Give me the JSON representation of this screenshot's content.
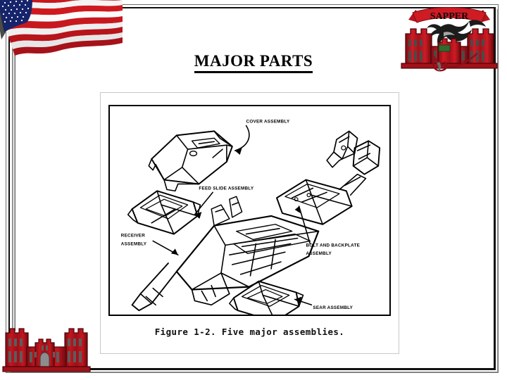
{
  "slide": {
    "title": "MAJOR PARTS",
    "background_color": "#ffffff",
    "frame_color": "#111111"
  },
  "decorations": {
    "flag": {
      "name": "american-flag",
      "colors": {
        "red": "#d8232a",
        "white": "#ffffff",
        "blue": "#16246b"
      }
    },
    "flagpole": {
      "name": "flag-pole",
      "color": "#bdbdbd"
    },
    "castle_emblem": {
      "name": "army-corps-engineers-castle",
      "colors": {
        "red": "#b3141c",
        "dark_red": "#6e0c12",
        "window": "#555555"
      }
    },
    "sapper_logo": {
      "name": "sapper-unit-logo",
      "banner_text": "SAPPER",
      "colors": {
        "banner_red": "#cc1122",
        "castle_red": "#c0202a",
        "dragon": "#1a1a1a"
      }
    }
  },
  "figure": {
    "caption": "Figure 1-2.  Five major assemblies.",
    "subject": "Exploded view of a machine gun showing its five major assemblies",
    "labels": [
      {
        "id": "cover",
        "text": "COVER ASSEMBLY"
      },
      {
        "id": "feed-slide",
        "text": "FEED SLIDE ASSEMBLY"
      },
      {
        "id": "receiver",
        "text": "RECEIVER"
      },
      {
        "id": "receiver2",
        "text": "ASSEMBLY"
      },
      {
        "id": "bolt-backplate",
        "text": "BOLT AND BACKPLATE"
      },
      {
        "id": "bolt-backplate2",
        "text": "ASSEMBLY"
      },
      {
        "id": "sear",
        "text": "SEAR ASSEMBLY"
      }
    ]
  }
}
